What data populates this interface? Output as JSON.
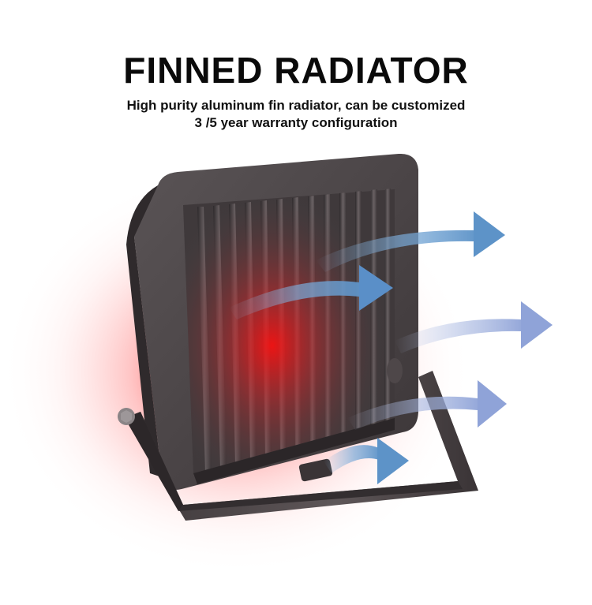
{
  "header": {
    "title": "FINNED RADIATOR",
    "subtitle_line1": "High purity aluminum fin radiator, can be customized",
    "subtitle_line2": "3 /5 year warranty configuration"
  },
  "product": {
    "housing_color": "#4a4446",
    "heat_glow_color": "#ff1a1a",
    "airflow_color": "#6a9fd0",
    "icons": [
      "finned-heatsink-icon",
      "mounting-bracket-icon",
      "airflow-arrow-icon",
      "bolt-icon"
    ]
  }
}
